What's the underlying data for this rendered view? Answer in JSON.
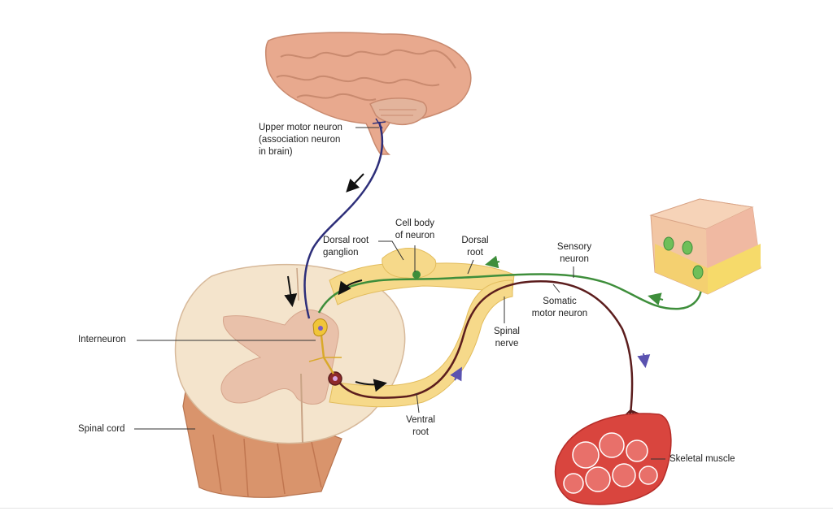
{
  "labels": {
    "upper_motor_neuron": "Upper motor neuron\n(association neuron\nin brain)",
    "cell_body": "Cell body\nof neuron",
    "dorsal_root_ganglion": "Dorsal root\nganglion",
    "dorsal_root": "Dorsal\nroot",
    "sensory_neuron": "Sensory\nneuron",
    "somatic_motor_neuron": "Somatic\nmotor neuron",
    "spinal_nerve": "Spinal\nnerve",
    "interneuron": "Interneuron",
    "ventral_root": "Ventral\nroot",
    "spinal_cord": "Spinal cord",
    "skeletal_muscle": "Skeletal muscle"
  },
  "colors": {
    "upper_motor_neuron": "#2e2f7a",
    "sensory_neuron": "#3e8e3b",
    "somatic_motor_neuron": "#5c1d1d",
    "interneuron": "#d9a92a",
    "nerve": "#f6d98a",
    "cord_white_matter": "#f4e4cc",
    "cord_gray_matter": "#e9c1aa",
    "cord_side": "#d9946c",
    "brain": "#e8a98e",
    "muscle": "#d9453e",
    "skin": "#f2c6a4"
  }
}
